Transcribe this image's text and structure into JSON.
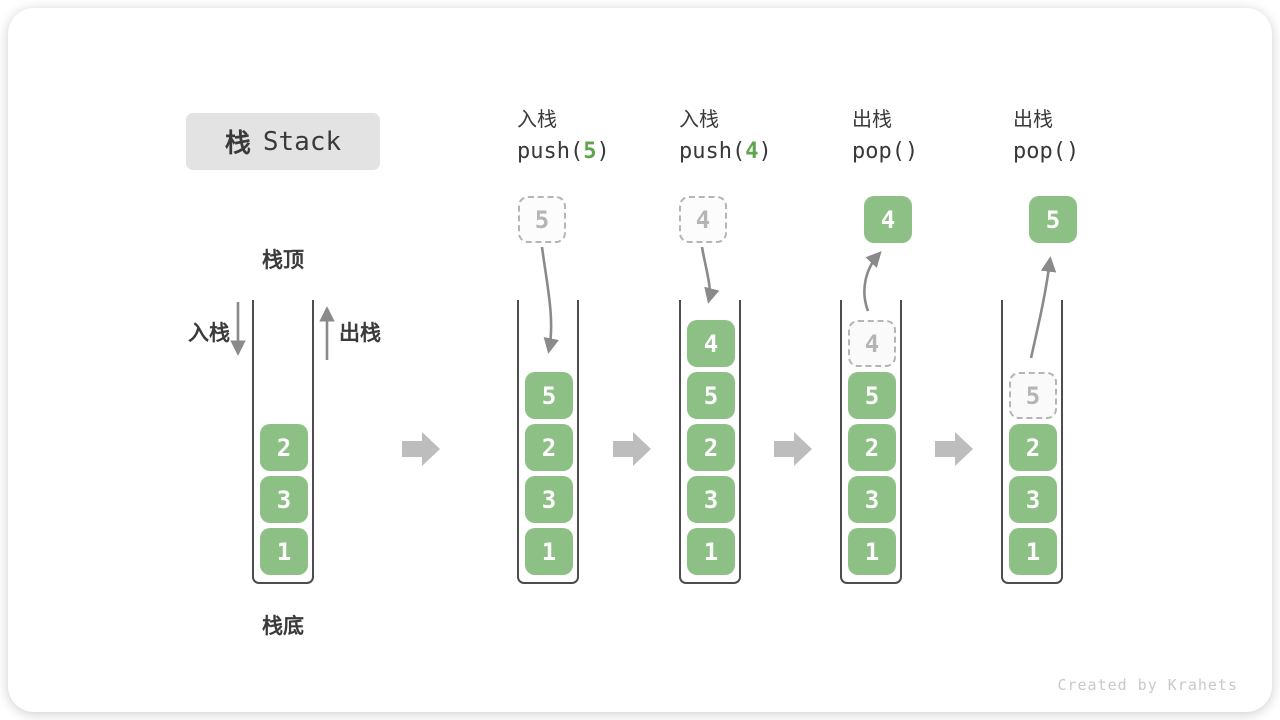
{
  "title": {
    "cn": "栈",
    "en": "Stack"
  },
  "diagram_labels": {
    "stack_top": "栈顶",
    "stack_bottom": "栈底",
    "push_side": "入栈",
    "pop_side": "出栈"
  },
  "initial_stack": {
    "cells": [
      {
        "v": "2"
      },
      {
        "v": "3"
      },
      {
        "v": "1"
      }
    ]
  },
  "operations": [
    {
      "label_cn": "入栈",
      "code_pre": "push(",
      "code_arg": "5",
      "code_post": ")",
      "float_value": "5",
      "float_type": "ghost",
      "cells": [
        {
          "v": "5",
          "t": "solid"
        },
        {
          "v": "2",
          "t": "solid"
        },
        {
          "v": "3",
          "t": "solid"
        },
        {
          "v": "1",
          "t": "solid"
        }
      ]
    },
    {
      "label_cn": "入栈",
      "code_pre": "push(",
      "code_arg": "4",
      "code_post": ")",
      "float_value": "4",
      "float_type": "ghost",
      "cells": [
        {
          "v": "4",
          "t": "solid"
        },
        {
          "v": "5",
          "t": "solid"
        },
        {
          "v": "2",
          "t": "solid"
        },
        {
          "v": "3",
          "t": "solid"
        },
        {
          "v": "1",
          "t": "solid"
        }
      ]
    },
    {
      "label_cn": "出栈",
      "code_pre": "pop(",
      "code_arg": "",
      "code_post": ")",
      "float_value": "4",
      "float_type": "solid",
      "cells": [
        {
          "v": "4",
          "t": "ghost"
        },
        {
          "v": "5",
          "t": "solid"
        },
        {
          "v": "2",
          "t": "solid"
        },
        {
          "v": "3",
          "t": "solid"
        },
        {
          "v": "1",
          "t": "solid"
        }
      ]
    },
    {
      "label_cn": "出栈",
      "code_pre": "pop(",
      "code_arg": "",
      "code_post": ")",
      "float_value": "5",
      "float_type": "solid",
      "cells": [
        {
          "v": "5",
          "t": "ghost"
        },
        {
          "v": "2",
          "t": "solid"
        },
        {
          "v": "3",
          "t": "solid"
        },
        {
          "v": "1",
          "t": "solid"
        }
      ]
    }
  ],
  "colors": {
    "element_green": "#8dc084",
    "code_arg_green": "#5fa34f",
    "arrow_gray": "#8a8a8a",
    "flow_arrow_gray": "#bdbdbd",
    "title_box_bg": "#e3e3e3"
  },
  "watermark": "Created by Krahets"
}
